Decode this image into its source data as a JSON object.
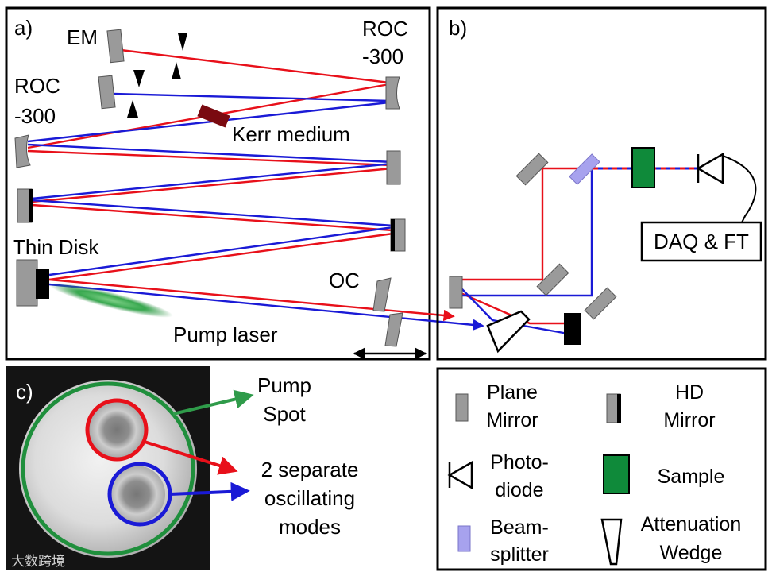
{
  "colors": {
    "red_beam": "#e8101a",
    "blue_beam": "#1a1ad6",
    "mirror_gray": "#9a9a9a",
    "kerr_medium": "#7a0a10",
    "sample_green": "#0f8a3a",
    "beamsplitter": "#a7a2ee",
    "pump_green": "#33a34d",
    "black": "#000000"
  },
  "panel_a": {
    "tag": "a)",
    "em": "EM",
    "roc_right": [
      "ROC",
      "-300"
    ],
    "roc_left": [
      "ROC",
      "-300"
    ],
    "kerr": "Kerr medium",
    "thin_disk": "Thin Disk",
    "oc": "OC",
    "pump_laser": "Pump laser"
  },
  "panel_b": {
    "tag": "b)",
    "daq": "DAQ & FT"
  },
  "panel_c": {
    "tag": "c)",
    "pump_spot": [
      "Pump",
      "Spot"
    ],
    "modes": [
      "2 separate",
      "oscillating",
      "modes"
    ]
  },
  "legend": {
    "plane_mirror": [
      "Plane",
      "Mirror"
    ],
    "hd_mirror": [
      "HD",
      "Mirror"
    ],
    "photodiode": [
      "Photo-",
      "diode"
    ],
    "sample": "Sample",
    "beamsplitter": [
      "Beam-",
      "splitter"
    ],
    "attenuation_wedge": [
      "Attenuation",
      "Wedge"
    ]
  },
  "watermark": "大数跨境",
  "icons": {
    "plane_mirror": "gray-rectangle",
    "hd_mirror": "gray-rectangle-with-black-stripe",
    "photodiode": "triangle-with-bar",
    "sample": "green-rectangle",
    "beamsplitter": "lavender-rectangle",
    "wedge": "trapezoid-outline"
  }
}
